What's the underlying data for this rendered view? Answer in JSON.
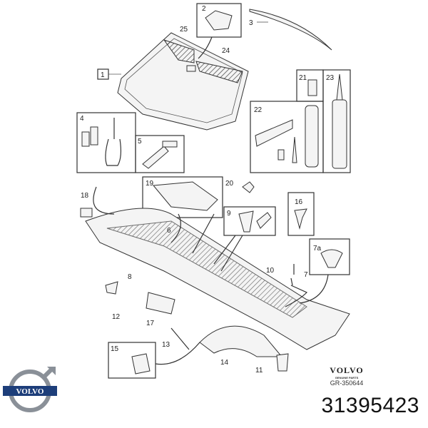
{
  "diagram": {
    "callouts": [
      "1",
      "2",
      "3",
      "4",
      "5",
      "6",
      "7",
      "7a",
      "8",
      "9",
      "10",
      "11",
      "12",
      "13",
      "14",
      "15",
      "16",
      "17",
      "18",
      "19",
      "20",
      "21",
      "22",
      "23",
      "24",
      "25"
    ],
    "brand_stamp": {
      "name": "VOLVO",
      "sub": "GENUINE PARTS",
      "code": "GR-350644"
    },
    "logo_text": "VOLVO",
    "part_number": "31395423"
  }
}
